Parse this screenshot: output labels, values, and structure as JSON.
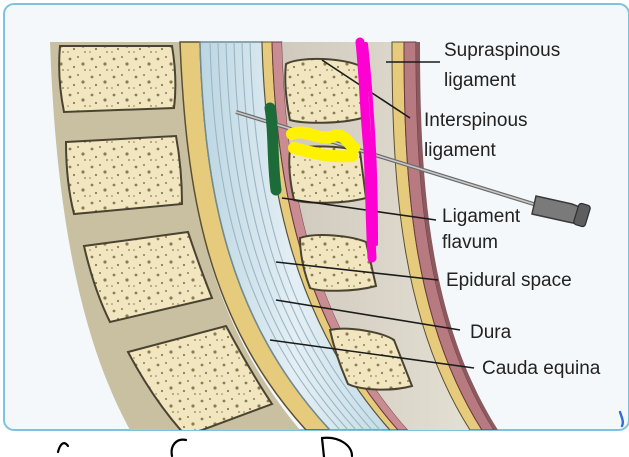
{
  "diagram": {
    "labels": {
      "supraspinous_line1": "Supraspinous",
      "supraspinous_line2": "ligament",
      "interspinous_line1": "Interspinous",
      "interspinous_line2": "ligament",
      "flavum_line1": "Ligament",
      "flavum_line2": "flavum",
      "epidural": "Epidural space",
      "dura": "Dura",
      "cauda": "Cauda equina"
    },
    "annotations": [
      {
        "name": "green-highlight",
        "color": "#1e6b3a"
      },
      {
        "name": "yellow-highlight",
        "color": "#fff200"
      },
      {
        "name": "magenta-highlight",
        "color": "#ff00d2"
      }
    ],
    "colors": {
      "frame_border": "#7ec3de",
      "background": "#f4f8fb",
      "bone": "#f3e8c2",
      "bone_spots": "#8a7d4e",
      "disc": "#c9c0a2",
      "fat_yellow": "#e6cb7c",
      "dura_blue": "#cfe3ec",
      "nerve_lines": "#9ab6c4",
      "ligament_pink": "#c98c92",
      "muscle": "#b77a80",
      "soft_tissue": "#d9d4c8"
    }
  }
}
